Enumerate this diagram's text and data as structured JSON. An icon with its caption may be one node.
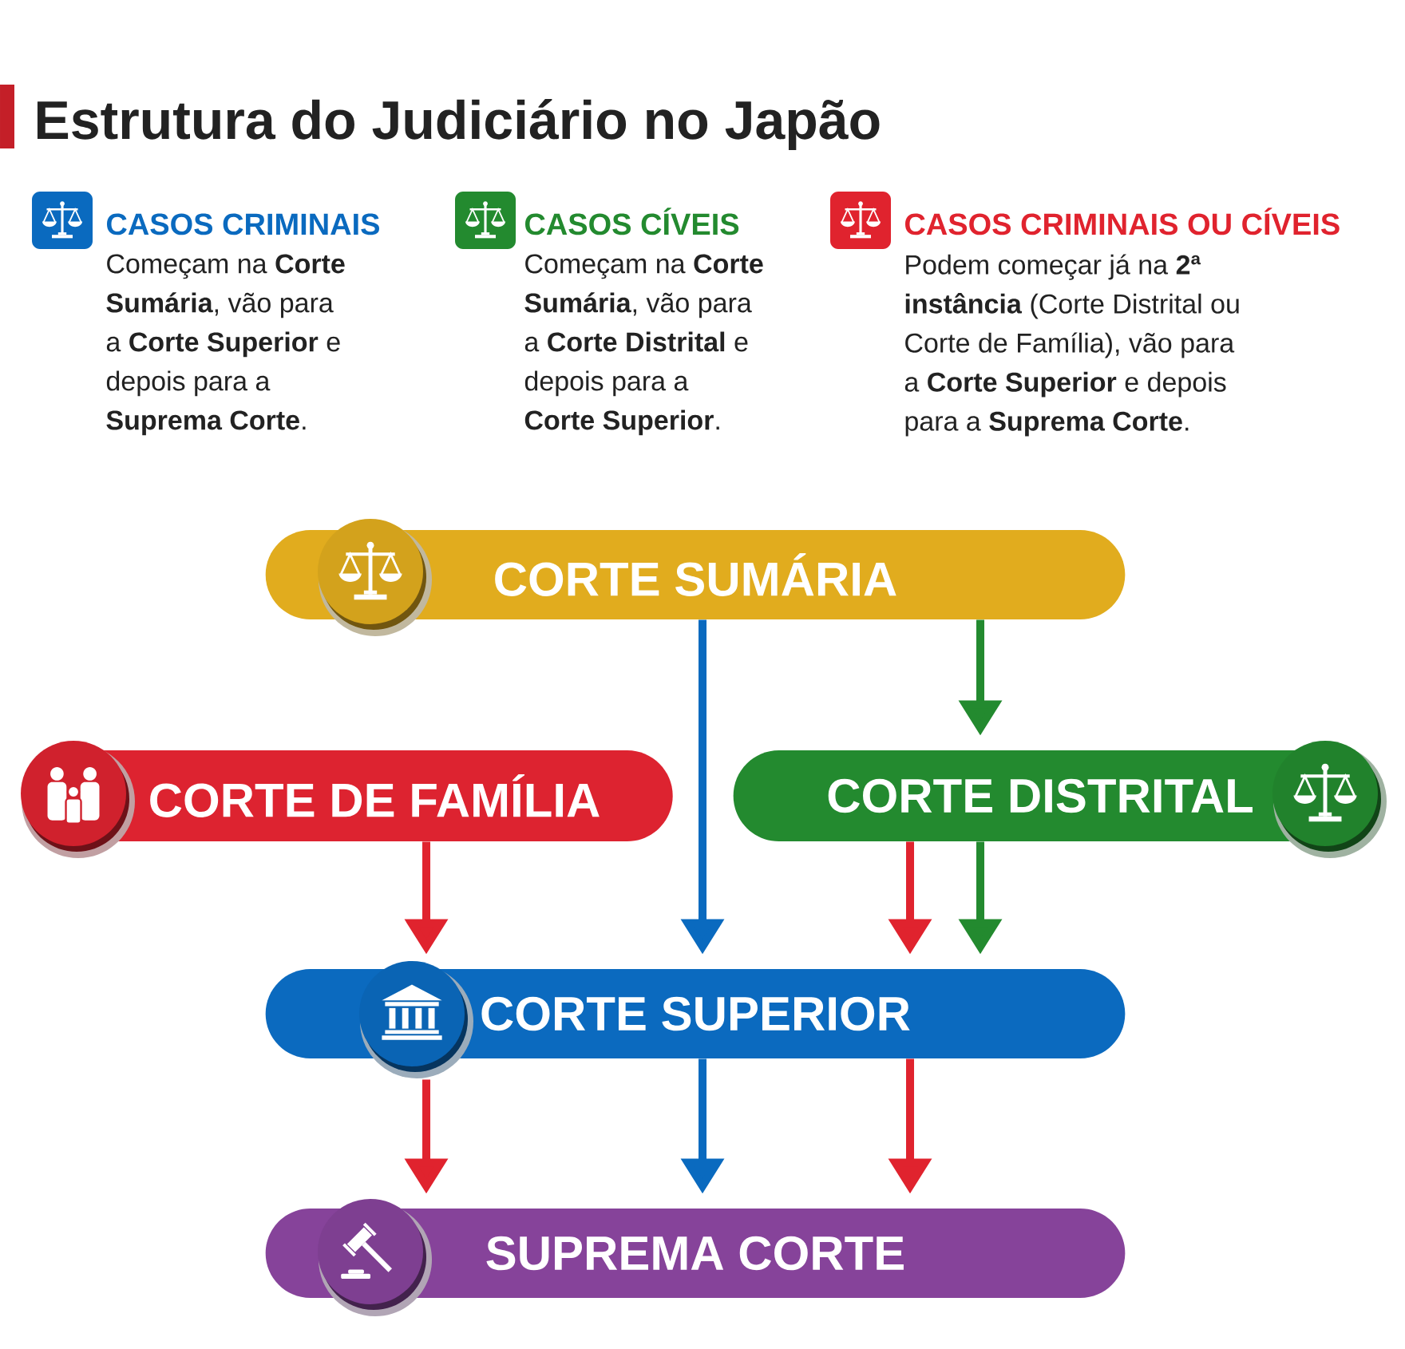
{
  "diagram": {
    "title": "Estrutura do Judiciário no Japão",
    "nodes": [
      {
        "text": [
          "CORTE SUMÁRIA"
        ]
      },
      {
        "text": [
          "CORTE DE FAMÍLIA"
        ]
      },
      {
        "text": [
          "CORTE DISTRITAL"
        ]
      },
      {
        "text": [
          "CORTE SUPERIOR"
        ]
      },
      {
        "text": [
          "SUPREMA CORTE"
        ]
      }
    ],
    "edges": [
      {
        "from": 0,
        "to": 3,
        "arrow": "to",
        "color": "#0a6abf"
      },
      {
        "from": 0,
        "to": 2,
        "arrow": "to",
        "color": "#238a2f"
      },
      {
        "from": 1,
        "to": 3,
        "arrow": "to"
      },
      {
        "from": 2,
        "to": 3,
        "arrow": "to"
      },
      {
        "from": 2,
        "to": 3,
        "arrow": "to",
        "color": "#238a2f"
      },
      {
        "from": 3,
        "to": 4,
        "arrow": "to"
      },
      {
        "from": 3,
        "to": 4,
        "arrow": "to",
        "color": "#0a6abf"
      },
      {
        "from": 3,
        "to": 4,
        "arrow": "to"
      }
    ],
    "labels": [
      "Começam na **Corte Sumária**, vão para a **Corte Superior** e depois para a **Suprema Corte**.",
      "Começam na **Corte Sumária**, vão para a **Corte Distrital** e depois para a **Corte Superior**.",
      "Podem começar já na **2ª instância** (Corte Distrital ou Corte de Família), vão para a **Corte Superior** e depois para a **Suprema Corte**."
    ],
    "legend": [
      {
        "text": "CASOS CRIMINAIS",
        "color": "#0a6abf"
      },
      {
        "text": "CASOS CÍVEIS",
        "color": "#238a2f"
      },
      {
        "text": "CASOS CRIMINAIS OU CÍVEIS",
        "color": "#e0232e"
      }
    ]
  }
}
